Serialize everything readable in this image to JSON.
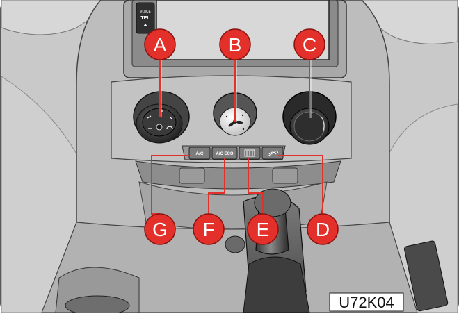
{
  "image_code": "U72K04",
  "radio": {
    "button_top": "VOICE",
    "button_bottom": "TEL"
  },
  "callouts": [
    {
      "id": "A",
      "label": "A"
    },
    {
      "id": "B",
      "label": "B"
    },
    {
      "id": "C",
      "label": "C"
    },
    {
      "id": "D",
      "label": "D"
    },
    {
      "id": "E",
      "label": "E"
    },
    {
      "id": "F",
      "label": "F"
    },
    {
      "id": "G",
      "label": "G"
    }
  ],
  "buttons": {
    "ac": "A/C",
    "ac_eco": "A/C ECO"
  },
  "icons": {
    "knob_a": "air-distribution-icon",
    "knob_b": "fan-speed-icon",
    "knob_c": "temperature-knob",
    "button_e": "rear-defrost-icon",
    "button_d": "air-recirculation-icon"
  },
  "colors": {
    "callout_red": "#e4302b",
    "callout_outline": "#8a1410",
    "background": "#ffffff",
    "panel": "#b9b9b9",
    "panel_dark": "#8f8f8f",
    "outline": "#3a3a3a"
  }
}
